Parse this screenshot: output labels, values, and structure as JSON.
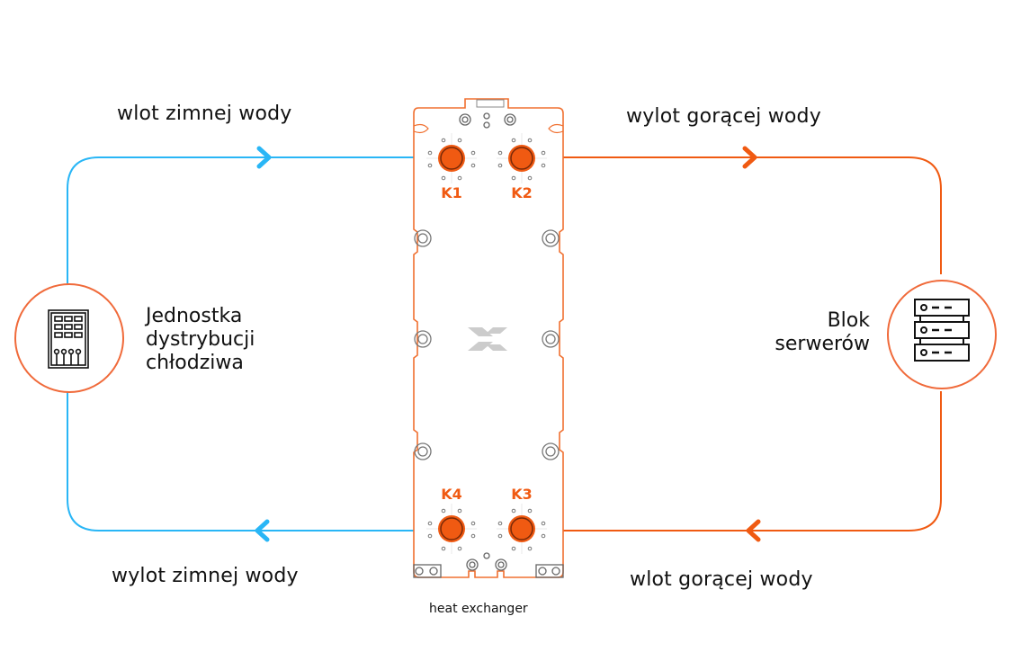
{
  "colors": {
    "cold": "#29b6f6",
    "hot": "#f05a12",
    "node_ring": "#f06a3a",
    "plate_outline": "#f07030",
    "bolt": "#666666",
    "logo": "#cccccc"
  },
  "flows": {
    "cold_inlet": "wlot zimnej wody",
    "hot_outlet": "wylot gorącej wody",
    "cold_outlet": "wylot zimnej wody",
    "hot_inlet": "wlot gorącej wody"
  },
  "nodes": {
    "cdu": {
      "label_lines": [
        "Jednostka",
        "dystrybucji",
        "chłodziwa"
      ],
      "icon": "cdu-cabinet-icon"
    },
    "servers": {
      "label_lines": [
        "Blok",
        "serwerów"
      ],
      "icon": "server-rack-icon"
    }
  },
  "exchanger": {
    "caption": "heat exchanger",
    "ports": [
      "K1",
      "K2",
      "K3",
      "K4"
    ]
  }
}
